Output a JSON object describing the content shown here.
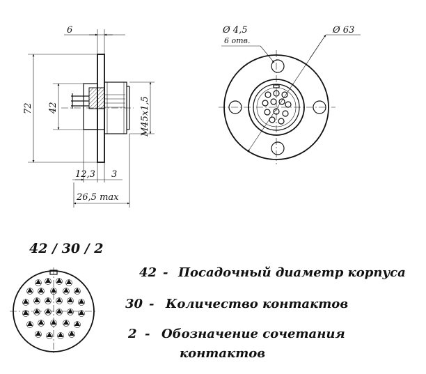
{
  "side_view": {
    "dim_flange_thickness": "6",
    "dim_overall_height": "72",
    "dim_seat_diameter": "42",
    "dim_thread": "M45x1,5",
    "dim_body_length": "12,3",
    "dim_step": "3",
    "dim_total_length": "26,5 max"
  },
  "front_view": {
    "dim_hole_diameter": "Ø 4,5",
    "dim_hole_count": "6 отв.",
    "dim_flange_diameter": "Ø 63"
  },
  "code": {
    "designation": "42 / 30 / 2"
  },
  "legend": [
    {
      "number": "42",
      "sep": "-",
      "text": "Посадочный диаметр корпуса"
    },
    {
      "number": "30",
      "sep": "-",
      "text": "Количество контактов"
    },
    {
      "number": "2",
      "sep": "-",
      "text": "Обозначение сочетания"
    },
    {
      "number": "",
      "sep": "",
      "text": "контактов"
    }
  ]
}
